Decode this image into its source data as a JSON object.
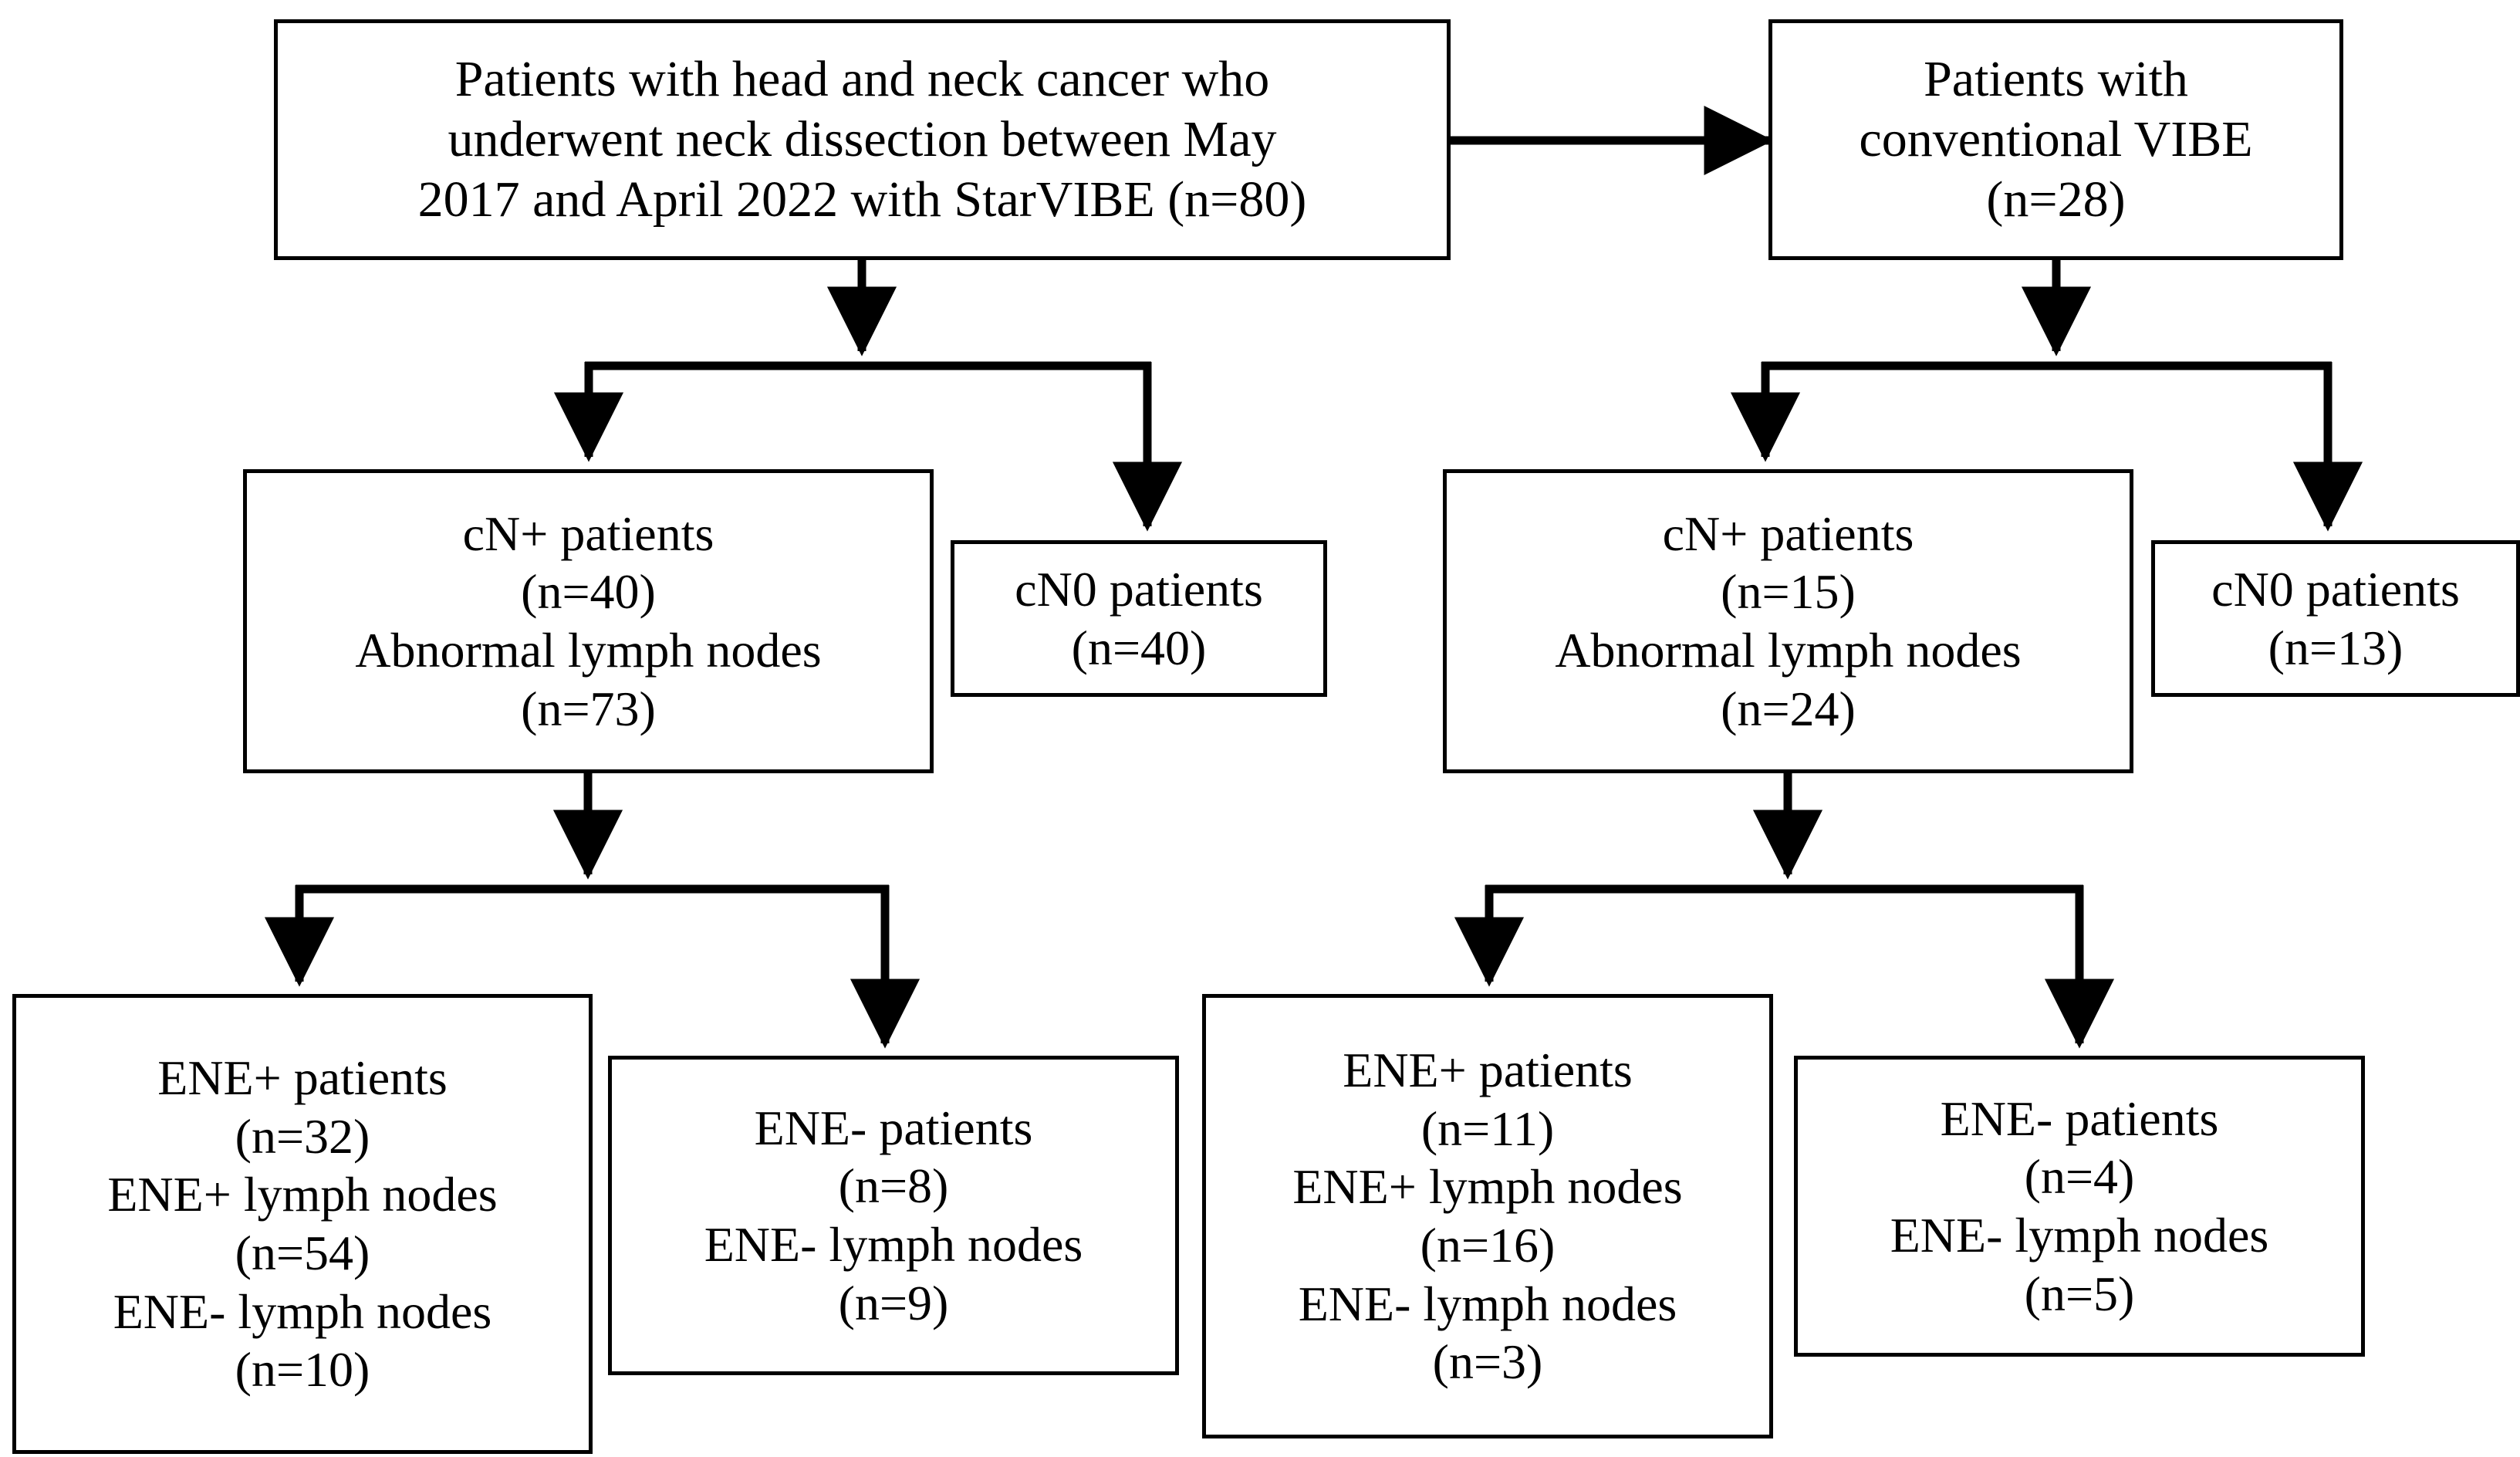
{
  "diagram": {
    "type": "flowchart",
    "title": "Patient selection flowchart",
    "stroke_color": "#000000",
    "background_color": "#ffffff",
    "nodes": [
      {
        "id": "starvibe-cohort",
        "name": "starvibe-cohort-box",
        "lines": [
          "Patients with head and neck cancer who",
          "underwent neck dissection between May",
          "2017 and April 2022 with StarVIBE (n=80)"
        ]
      },
      {
        "id": "conventional-vibe-cohort",
        "name": "conventional-vibe-cohort-box",
        "lines": [
          "Patients with",
          "conventional VIBE",
          "(n=28)"
        ]
      },
      {
        "id": "left-cn-positive",
        "name": "left-cn-positive-box",
        "lines": [
          "cN+ patients",
          "(n=40)",
          "Abnormal lymph nodes",
          "(n=73)"
        ]
      },
      {
        "id": "left-cn0",
        "name": "left-cn0-box",
        "lines": [
          "cN0 patients",
          "(n=40)"
        ]
      },
      {
        "id": "right-cn-positive",
        "name": "right-cn-positive-box",
        "lines": [
          "cN+ patients",
          "(n=15)",
          "Abnormal lymph nodes",
          "(n=24)"
        ]
      },
      {
        "id": "right-cn0",
        "name": "right-cn0-box",
        "lines": [
          "cN0 patients",
          "(n=13)"
        ]
      },
      {
        "id": "left-ene-positive",
        "name": "left-ene-positive-box",
        "lines": [
          "ENE+ patients",
          "(n=32)",
          "ENE+ lymph nodes",
          "(n=54)",
          "ENE- lymph nodes",
          "(n=10)"
        ]
      },
      {
        "id": "left-ene-negative",
        "name": "left-ene-negative-box",
        "lines": [
          "ENE- patients",
          "(n=8)",
          "ENE- lymph nodes",
          "(n=9)"
        ]
      },
      {
        "id": "right-ene-positive",
        "name": "right-ene-positive-box",
        "lines": [
          "ENE+ patients",
          "(n=11)",
          "ENE+ lymph nodes",
          "(n=16)",
          "ENE- lymph nodes",
          "(n=3)"
        ]
      },
      {
        "id": "right-ene-negative",
        "name": "right-ene-negative-box",
        "lines": [
          "ENE- patients",
          "(n=4)",
          "ENE- lymph nodes",
          "(n=5)"
        ]
      }
    ],
    "edges": [
      {
        "from": "starvibe-cohort",
        "to": "conventional-vibe-cohort",
        "name": "edge-starvibe-to-conventional",
        "style": "horizontal-arrow"
      },
      {
        "from": "starvibe-cohort",
        "to": "left-cn-positive",
        "name": "edge-starvibe-to-left-cn-positive",
        "style": "split-arrow"
      },
      {
        "from": "starvibe-cohort",
        "to": "left-cn0",
        "name": "edge-starvibe-to-left-cn0",
        "style": "split-arrow"
      },
      {
        "from": "conventional-vibe-cohort",
        "to": "right-cn-positive",
        "name": "edge-conventional-to-right-cn-positive",
        "style": "split-arrow"
      },
      {
        "from": "conventional-vibe-cohort",
        "to": "right-cn0",
        "name": "edge-conventional-to-right-cn0",
        "style": "split-arrow"
      },
      {
        "from": "left-cn-positive",
        "to": "left-ene-positive",
        "name": "edge-left-cn-positive-to-ene-positive",
        "style": "split-arrow"
      },
      {
        "from": "left-cn-positive",
        "to": "left-ene-negative",
        "name": "edge-left-cn-positive-to-ene-negative",
        "style": "split-arrow"
      },
      {
        "from": "right-cn-positive",
        "to": "right-ene-positive",
        "name": "edge-right-cn-positive-to-ene-positive",
        "style": "split-arrow"
      },
      {
        "from": "right-cn-positive",
        "to": "right-ene-negative",
        "name": "edge-right-cn-positive-to-ene-negative",
        "style": "split-arrow"
      }
    ]
  }
}
